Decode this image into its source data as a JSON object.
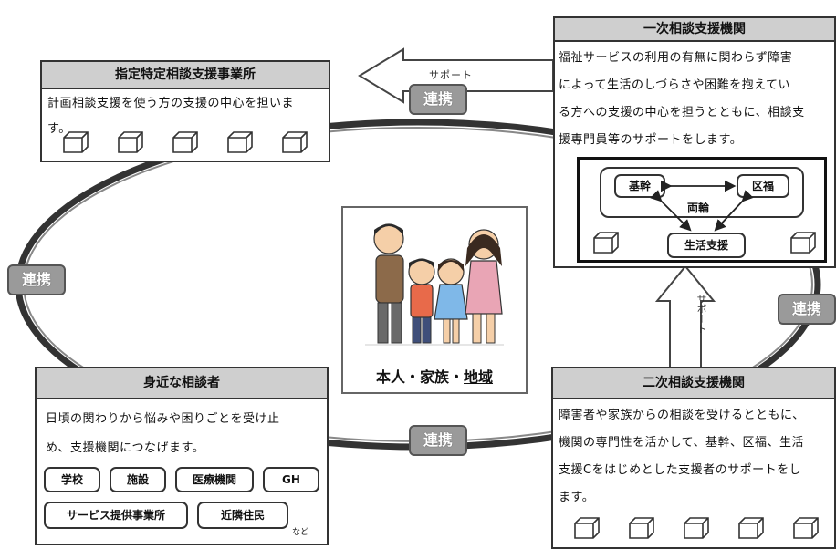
{
  "shitei": {
    "title": "指定特定相談支援事業所",
    "line1": "計画相談支援を使う方の支援の中心を担いま",
    "line2": "す。"
  },
  "ichiji": {
    "title": "一次相談支援機関",
    "line1": "福祉サービスの利用の有無に関わらず障害",
    "line2": "によって生活のしづらさや困難を抱えてい",
    "line3": "る方への支援の中心を担うとともに、相談支",
    "line4": "援専門員等のサポートをします。",
    "kikan": "基幹",
    "kufuku": "区福",
    "ryorin": "両輪",
    "seikatsu": "生活支援"
  },
  "mijika": {
    "title": "身近な相談者",
    "line1": "日頃の関わりから悩みや困りごとを受け止",
    "line2": "め、支援機関につなげます。",
    "tags": [
      "学校",
      "施設",
      "医療機関",
      "GH",
      "サービス提供事業所",
      "近隣住民"
    ],
    "nado": "など"
  },
  "niji": {
    "title": "二次相談支援機関",
    "line1": "障害者や家族からの相談を受けるとともに、",
    "line2": "機関の専門性を活かして、基幹、区福、生活",
    "line3": "支援Cをはじめとした支援者のサポートをし",
    "line4": "ます。"
  },
  "center": {
    "caption_a": "本人・家族・",
    "caption_b": "地域"
  },
  "renkei": "連携",
  "arrows": {
    "support_h": "サポート",
    "support_v": "サポート"
  }
}
